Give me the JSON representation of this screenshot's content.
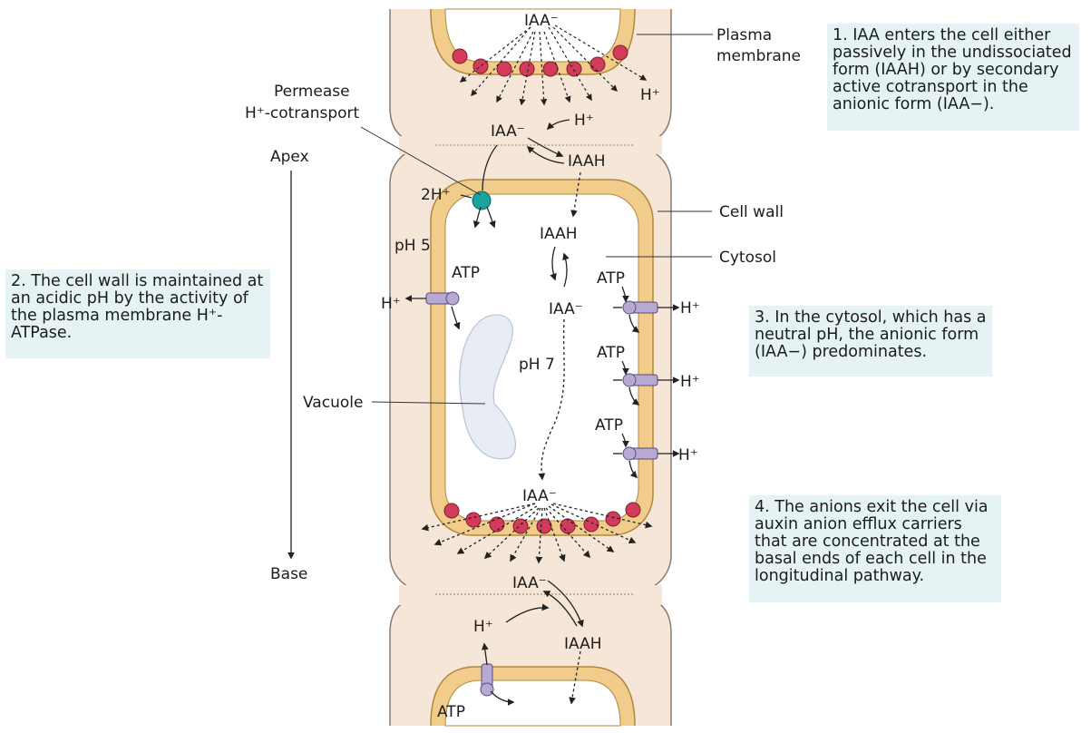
{
  "captions": {
    "note1": "1. IAA enters the cell either passively in the undissociated form (IAAH) or by secondary active cotransport in the anionic form (IAA−).",
    "note2": "2. The cell wall is maintained at an acidic pH by the activity of the plasma membrane H⁺-ATPase.",
    "note3": "3. In the cytosol, which has a neutral pH, the anionic form (IAA−) predominates.",
    "note4": "4. The anions exit the cell via auxin anion efflux carriers that are concentrated at the basal ends of each cell in the longitudinal pathway."
  },
  "labels": {
    "plasma_membrane": [
      "Plasma",
      "membrane"
    ],
    "permease": [
      "Permease",
      "H⁺-cotransport"
    ],
    "apex": "Apex",
    "base": "Base",
    "cell_wall": "Cell wall",
    "cytosol": "Cytosol",
    "vacuole": "Vacuole",
    "ph5": "pH 5",
    "ph7": "pH 7",
    "iaa_minus": "IAA⁻",
    "iaah": "IAAH",
    "h_plus": "H⁺",
    "two_h_plus": "2H⁺",
    "atp": "ATP"
  },
  "colors": {
    "wall": "#f5e6d8",
    "wall_line": "#8a7a70",
    "membrane": "#f2cc8a",
    "membrane_edge": "#b08840",
    "carrier": "#d23c5a",
    "permease": "#1aa39a",
    "atpase": "#b7a9d2",
    "vacuole": "#e8edf5",
    "note_bg": "#e6f3f4"
  }
}
